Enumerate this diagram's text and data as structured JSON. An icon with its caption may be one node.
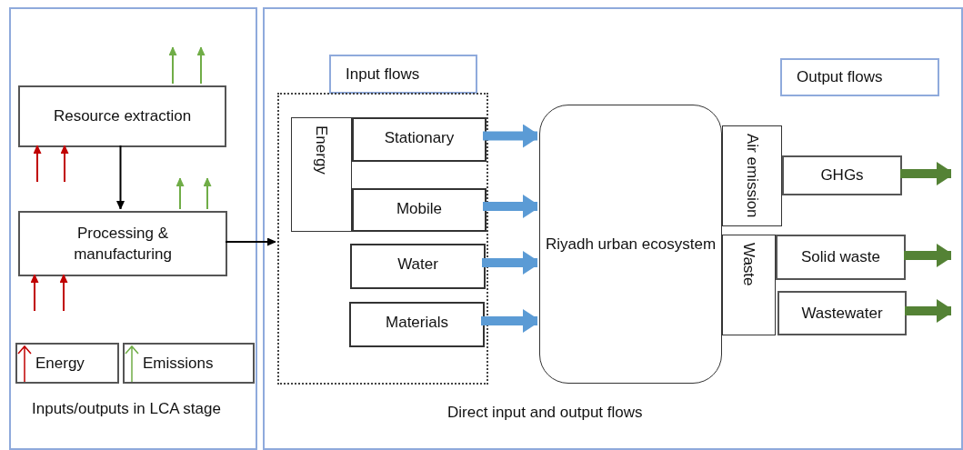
{
  "diagram": {
    "nodes": [
      {
        "text": [
          "Inputs/outputs in LCA stage"
        ]
      },
      {
        "text": [
          "Resource extraction"
        ],
        "in": 0
      },
      {
        "text": [
          "Processing & manufacturing"
        ],
        "in": 0
      },
      {
        "text": [
          "Direct input and output flows"
        ]
      },
      {
        "text": [
          "Input flows"
        ],
        "in": 3
      },
      {
        "text": [],
        "shape": "box",
        "in": 3
      },
      {
        "text": [
          "Energy"
        ],
        "in": 5
      },
      {
        "text": [
          "Stationary"
        ],
        "in": 5
      },
      {
        "text": [
          "Mobile"
        ],
        "in": 5
      },
      {
        "text": [
          "Water"
        ],
        "in": 5
      },
      {
        "text": [
          "Materials"
        ],
        "in": 5
      },
      {
        "text": [
          "Riyadh urban ecosystem"
        ],
        "in": 3
      },
      {
        "text": [
          "Output flows"
        ],
        "in": 3
      },
      {
        "text": [
          "Air emission"
        ],
        "in": 3
      },
      {
        "text": [
          "GHGs"
        ],
        "in": 3
      },
      {
        "text": [
          "Waste"
        ],
        "in": 3
      },
      {
        "text": [
          "Solid waste"
        ],
        "in": 3
      },
      {
        "text": [
          "Wastewater"
        ],
        "in": 3
      }
    ],
    "edges": [
      {
        "from": 1,
        "to": 2,
        "arrow": "to",
        "color": "#000000"
      },
      {
        "from": 2,
        "to": 5,
        "arrow": "to",
        "color": "#000000"
      },
      {
        "from": null,
        "to": 1,
        "arrow": "to",
        "color": "#c00000"
      },
      {
        "from": null,
        "to": 1,
        "arrow": "to",
        "color": "#c00000"
      },
      {
        "from": 1,
        "to": null,
        "arrow": "to",
        "color": "#70ad47"
      },
      {
        "from": 1,
        "to": null,
        "arrow": "to",
        "color": "#70ad47"
      },
      {
        "from": null,
        "to": 2,
        "arrow": "to",
        "color": "#c00000"
      },
      {
        "from": null,
        "to": 2,
        "arrow": "to",
        "color": "#c00000"
      },
      {
        "from": 2,
        "to": null,
        "arrow": "to",
        "color": "#70ad47"
      },
      {
        "from": 2,
        "to": null,
        "arrow": "to",
        "color": "#70ad47"
      },
      {
        "from": 7,
        "to": 11,
        "arrow": "to",
        "style": "thick",
        "color": "#5b9bd5"
      },
      {
        "from": 8,
        "to": 11,
        "arrow": "to",
        "style": "thick",
        "color": "#5b9bd5"
      },
      {
        "from": 9,
        "to": 11,
        "arrow": "to",
        "style": "thick",
        "color": "#5b9bd5"
      },
      {
        "from": 10,
        "to": 11,
        "arrow": "to",
        "style": "thick",
        "color": "#5b9bd5"
      },
      {
        "from": 14,
        "to": null,
        "arrow": "to",
        "style": "thick",
        "color": "#548235"
      },
      {
        "from": 16,
        "to": null,
        "arrow": "to",
        "style": "thick",
        "color": "#548235"
      },
      {
        "from": 17,
        "to": null,
        "arrow": "to",
        "style": "thick",
        "color": "#548235"
      }
    ],
    "legend": [
      {
        "text": "Energy"
      },
      {
        "text": "Emissions"
      }
    ]
  }
}
